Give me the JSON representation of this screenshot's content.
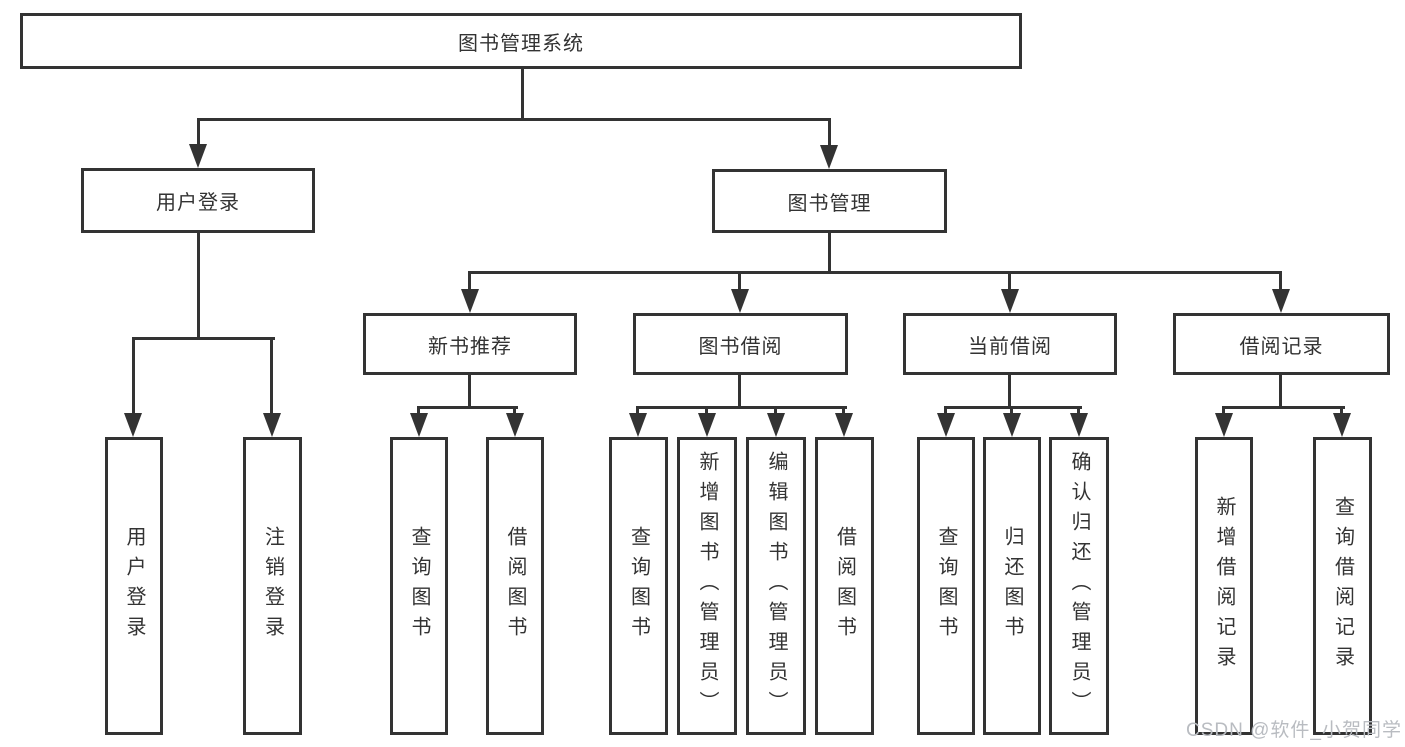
{
  "diagram": {
    "root": {
      "label": "图书管理系统"
    },
    "user_branch": {
      "label": "用户登录",
      "children": [
        {
          "label": "用户登录"
        },
        {
          "label": "注销登录"
        }
      ]
    },
    "mgmt_branch": {
      "label": "图书管理",
      "sections": [
        {
          "label": "新书推荐",
          "children": [
            {
              "label": "查询图书"
            },
            {
              "label": "借阅图书"
            }
          ]
        },
        {
          "label": "图书借阅",
          "children": [
            {
              "label": "查询图书"
            },
            {
              "label": "新增图书（管理员）"
            },
            {
              "label": "编辑图书（管理员）"
            },
            {
              "label": "借阅图书"
            }
          ]
        },
        {
          "label": "当前借阅",
          "children": [
            {
              "label": "查询图书"
            },
            {
              "label": "归还图书"
            },
            {
              "label": "确认归还（管理员）"
            }
          ]
        },
        {
          "label": "借阅记录",
          "children": [
            {
              "label": "新增借阅记录"
            },
            {
              "label": "查询借阅记录"
            }
          ]
        }
      ]
    }
  },
  "watermark": {
    "text": "CSDN @软件_小贺同学"
  },
  "colors": {
    "line": "#333333",
    "text": "#333333",
    "watermark": "#b9bcc1",
    "background": "#ffffff"
  }
}
